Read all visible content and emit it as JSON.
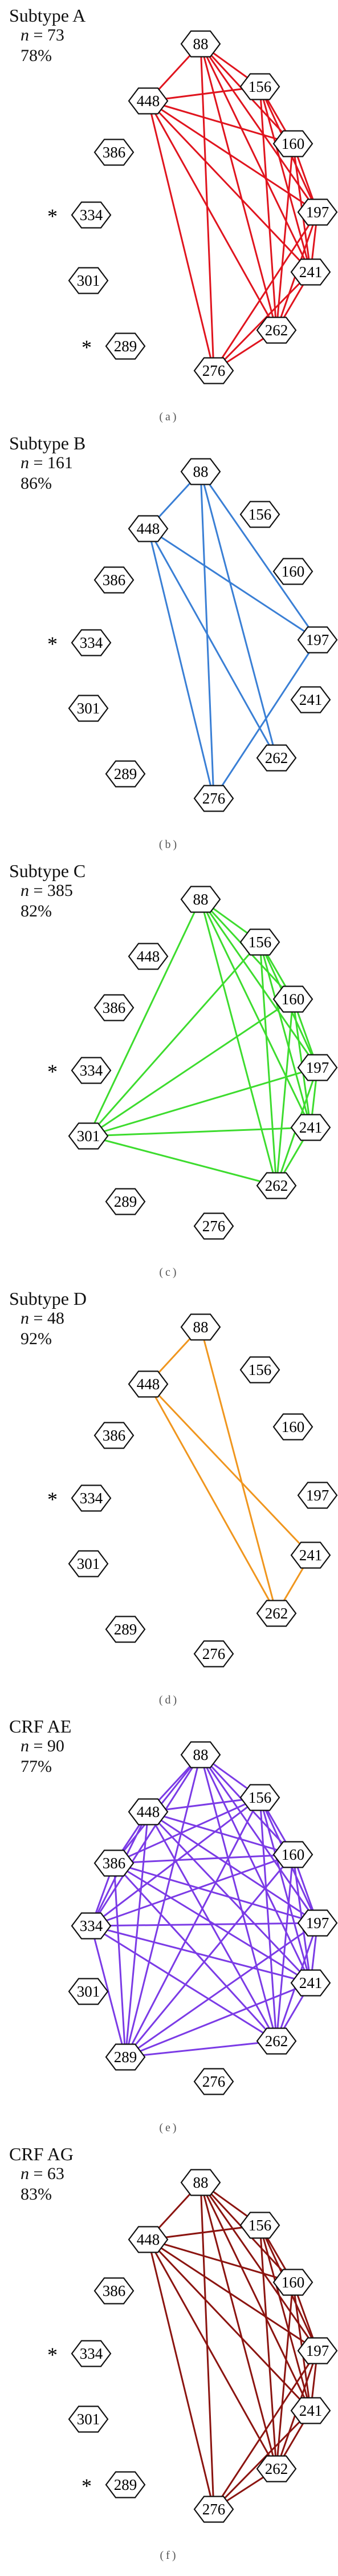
{
  "nodes": [
    "88",
    "156",
    "160",
    "197",
    "241",
    "262",
    "276",
    "289",
    "301",
    "334",
    "386",
    "448"
  ],
  "panels": [
    {
      "title": "Subtype A",
      "n": "73",
      "pct": "78%",
      "caption": "(a)",
      "color": "#e0141e",
      "starred": [
        "334",
        "289"
      ],
      "edges": [
        [
          "448",
          "88"
        ],
        [
          "448",
          "156"
        ],
        [
          "448",
          "160"
        ],
        [
          "448",
          "197"
        ],
        [
          "448",
          "241"
        ],
        [
          "448",
          "262"
        ],
        [
          "448",
          "276"
        ],
        [
          "88",
          "156"
        ],
        [
          "88",
          "160"
        ],
        [
          "88",
          "197"
        ],
        [
          "88",
          "241"
        ],
        [
          "88",
          "262"
        ],
        [
          "88",
          "276"
        ],
        [
          "156",
          "160"
        ],
        [
          "156",
          "197"
        ],
        [
          "156",
          "241"
        ],
        [
          "156",
          "262"
        ],
        [
          "160",
          "197"
        ],
        [
          "160",
          "241"
        ],
        [
          "160",
          "262"
        ],
        [
          "197",
          "241"
        ],
        [
          "197",
          "262"
        ],
        [
          "197",
          "276"
        ],
        [
          "241",
          "262"
        ],
        [
          "241",
          "276"
        ],
        [
          "262",
          "276"
        ]
      ]
    },
    {
      "title": "Subtype B",
      "n": "161",
      "pct": "86%",
      "caption": "(b)",
      "color": "#3a7fd5",
      "starred": [
        "334"
      ],
      "edges": [
        [
          "448",
          "88"
        ],
        [
          "448",
          "197"
        ],
        [
          "448",
          "262"
        ],
        [
          "448",
          "276"
        ],
        [
          "88",
          "197"
        ],
        [
          "88",
          "262"
        ],
        [
          "88",
          "276"
        ],
        [
          "197",
          "276"
        ]
      ]
    },
    {
      "title": "Subtype C",
      "n": "385",
      "pct": "82%",
      "caption": "(c)",
      "color": "#3ddc2e",
      "starred": [
        "334"
      ],
      "edges": [
        [
          "301",
          "88"
        ],
        [
          "301",
          "156"
        ],
        [
          "301",
          "160"
        ],
        [
          "301",
          "197"
        ],
        [
          "301",
          "241"
        ],
        [
          "301",
          "262"
        ],
        [
          "88",
          "156"
        ],
        [
          "88",
          "160"
        ],
        [
          "88",
          "197"
        ],
        [
          "88",
          "241"
        ],
        [
          "88",
          "262"
        ],
        [
          "156",
          "160"
        ],
        [
          "156",
          "197"
        ],
        [
          "156",
          "241"
        ],
        [
          "156",
          "262"
        ],
        [
          "160",
          "197"
        ],
        [
          "160",
          "241"
        ],
        [
          "160",
          "262"
        ],
        [
          "197",
          "241"
        ],
        [
          "197",
          "262"
        ],
        [
          "241",
          "262"
        ]
      ]
    },
    {
      "title": "Subtype D",
      "n": "48",
      "pct": "92%",
      "caption": "(d)",
      "color": "#f0961e",
      "starred": [
        "334"
      ],
      "edges": [
        [
          "448",
          "88"
        ],
        [
          "448",
          "241"
        ],
        [
          "448",
          "262"
        ],
        [
          "88",
          "262"
        ],
        [
          "241",
          "262"
        ]
      ]
    },
    {
      "title": "CRF AE",
      "n": "90",
      "pct": "77%",
      "caption": "(e)",
      "color": "#7b3be6",
      "starred": [],
      "edges": [
        [
          "88",
          "156"
        ],
        [
          "88",
          "160"
        ],
        [
          "88",
          "197"
        ],
        [
          "88",
          "241"
        ],
        [
          "88",
          "262"
        ],
        [
          "88",
          "289"
        ],
        [
          "88",
          "334"
        ],
        [
          "88",
          "386"
        ],
        [
          "88",
          "448"
        ],
        [
          "156",
          "160"
        ],
        [
          "156",
          "197"
        ],
        [
          "156",
          "241"
        ],
        [
          "156",
          "262"
        ],
        [
          "156",
          "289"
        ],
        [
          "156",
          "334"
        ],
        [
          "156",
          "386"
        ],
        [
          "156",
          "448"
        ],
        [
          "160",
          "197"
        ],
        [
          "160",
          "241"
        ],
        [
          "160",
          "262"
        ],
        [
          "160",
          "289"
        ],
        [
          "160",
          "334"
        ],
        [
          "160",
          "386"
        ],
        [
          "160",
          "448"
        ],
        [
          "197",
          "241"
        ],
        [
          "197",
          "262"
        ],
        [
          "197",
          "289"
        ],
        [
          "197",
          "334"
        ],
        [
          "197",
          "386"
        ],
        [
          "197",
          "448"
        ],
        [
          "241",
          "262"
        ],
        [
          "241",
          "289"
        ],
        [
          "241",
          "334"
        ],
        [
          "241",
          "386"
        ],
        [
          "241",
          "448"
        ],
        [
          "262",
          "289"
        ],
        [
          "262",
          "334"
        ],
        [
          "262",
          "386"
        ],
        [
          "262",
          "448"
        ],
        [
          "289",
          "334"
        ],
        [
          "289",
          "386"
        ],
        [
          "289",
          "448"
        ],
        [
          "334",
          "386"
        ],
        [
          "334",
          "448"
        ],
        [
          "386",
          "448"
        ]
      ]
    },
    {
      "title": "CRF AG",
      "n": "63",
      "pct": "83%",
      "caption": "(f)",
      "color": "#8b1410",
      "starred": [
        "334",
        "289"
      ],
      "edges": [
        [
          "448",
          "88"
        ],
        [
          "448",
          "156"
        ],
        [
          "448",
          "160"
        ],
        [
          "448",
          "197"
        ],
        [
          "448",
          "241"
        ],
        [
          "448",
          "262"
        ],
        [
          "448",
          "276"
        ],
        [
          "88",
          "156"
        ],
        [
          "88",
          "160"
        ],
        [
          "88",
          "197"
        ],
        [
          "88",
          "241"
        ],
        [
          "88",
          "262"
        ],
        [
          "88",
          "276"
        ],
        [
          "156",
          "160"
        ],
        [
          "156",
          "197"
        ],
        [
          "156",
          "241"
        ],
        [
          "156",
          "262"
        ],
        [
          "160",
          "197"
        ],
        [
          "160",
          "241"
        ],
        [
          "160",
          "262"
        ],
        [
          "197",
          "241"
        ],
        [
          "197",
          "262"
        ],
        [
          "197",
          "276"
        ],
        [
          "241",
          "262"
        ],
        [
          "241",
          "276"
        ],
        [
          "262",
          "276"
        ]
      ]
    }
  ]
}
